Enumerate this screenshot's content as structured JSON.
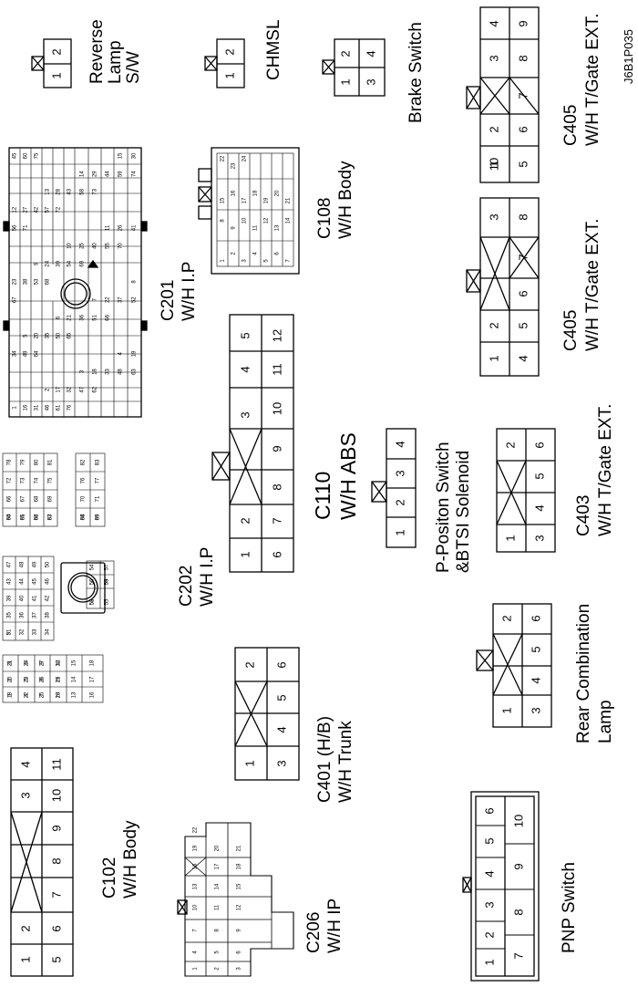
{
  "figure_code": "J6B1P035",
  "connectors": [
    {
      "id": "reverse-lamp-sw",
      "pins": [
        {
          "no": "1"
        },
        {
          "no": "2"
        }
      ],
      "label": [
        "Reverse",
        "Lamp",
        "S/W"
      ]
    },
    {
      "id": "chmsl",
      "pins": [
        {
          "no": "1"
        },
        {
          "no": "2"
        }
      ],
      "label": [
        "CHMSL"
      ]
    },
    {
      "id": "brake-switch",
      "pins": [
        {
          "no": "1"
        },
        {
          "no": "2"
        },
        {
          "no": "3"
        },
        {
          "no": "4"
        }
      ],
      "label": [
        "Brake Switch"
      ]
    },
    {
      "id": "c405-10",
      "pins": [
        {
          "no": "1"
        },
        {
          "no": "2"
        },
        {
          "no": "3"
        },
        {
          "no": "4"
        },
        {
          "no": "5"
        },
        {
          "no": "6"
        },
        {
          "no": "7"
        },
        {
          "no": "8"
        },
        {
          "no": "9"
        },
        {
          "no": "10"
        }
      ],
      "label": [
        "C405",
        "W/H T/Gate EXT."
      ]
    },
    {
      "id": "c108",
      "pins": [
        {
          "no": "1"
        },
        {
          "no": "2"
        },
        {
          "no": "3"
        },
        {
          "no": "4"
        },
        {
          "no": "5"
        },
        {
          "no": "6"
        },
        {
          "no": "7"
        },
        {
          "no": "8"
        },
        {
          "no": "9"
        },
        {
          "no": "10"
        },
        {
          "no": "11"
        },
        {
          "no": "12"
        },
        {
          "no": "13"
        },
        {
          "no": "14"
        },
        {
          "no": "15"
        },
        {
          "no": "16"
        },
        {
          "no": "17"
        },
        {
          "no": "18"
        },
        {
          "no": "19"
        },
        {
          "no": "20"
        },
        {
          "no": "21"
        },
        {
          "no": "22"
        },
        {
          "no": "23"
        },
        {
          "no": "24"
        }
      ],
      "label": [
        "C108",
        "W/H Body"
      ]
    },
    {
      "id": "c201",
      "pins": [
        {
          "no": "1"
        },
        {
          "no": "2"
        },
        {
          "no": "3"
        },
        {
          "no": "4"
        },
        {
          "no": "5"
        },
        {
          "no": "6"
        },
        {
          "no": "7"
        },
        {
          "no": "8"
        },
        {
          "no": "9"
        },
        {
          "no": "10"
        },
        {
          "no": "11"
        },
        {
          "no": "12"
        },
        {
          "no": "13"
        },
        {
          "no": "14"
        },
        {
          "no": "15"
        },
        {
          "no": "16"
        },
        {
          "no": "17"
        },
        {
          "no": "18"
        },
        {
          "no": "19"
        },
        {
          "no": "20"
        },
        {
          "no": "21"
        },
        {
          "no": "22"
        },
        {
          "no": "23"
        },
        {
          "no": "24"
        },
        {
          "no": "25"
        },
        {
          "no": "26"
        },
        {
          "no": "27"
        },
        {
          "no": "28"
        },
        {
          "no": "29"
        },
        {
          "no": "30"
        },
        {
          "no": "31"
        },
        {
          "no": "32"
        },
        {
          "no": "33"
        },
        {
          "no": "34"
        },
        {
          "no": "35"
        },
        {
          "no": "36"
        },
        {
          "no": "37"
        },
        {
          "no": "38"
        },
        {
          "no": "39"
        },
        {
          "no": "40"
        },
        {
          "no": "41"
        },
        {
          "no": "42"
        },
        {
          "no": "43"
        },
        {
          "no": "44"
        },
        {
          "no": "45"
        },
        {
          "no": "46"
        },
        {
          "no": "47"
        },
        {
          "no": "48"
        },
        {
          "no": "49"
        },
        {
          "no": "50"
        },
        {
          "no": "51"
        },
        {
          "no": "52"
        },
        {
          "no": "53"
        },
        {
          "no": "54"
        },
        {
          "no": "55"
        },
        {
          "no": "56"
        },
        {
          "no": "57"
        },
        {
          "no": "58"
        },
        {
          "no": "59"
        },
        {
          "no": "60"
        },
        {
          "no": "61"
        },
        {
          "no": "62"
        },
        {
          "no": "63"
        },
        {
          "no": "64"
        },
        {
          "no": "65"
        },
        {
          "no": "66"
        },
        {
          "no": "67"
        },
        {
          "no": "68"
        },
        {
          "no": "69"
        },
        {
          "no": "70"
        },
        {
          "no": "71"
        },
        {
          "no": "72"
        },
        {
          "no": "73"
        },
        {
          "no": "74"
        },
        {
          "no": "75"
        },
        {
          "no": "76"
        }
      ],
      "label": [
        "C201",
        "W/H I.P"
      ]
    },
    {
      "id": "c405-8",
      "pins": [
        {
          "no": "1"
        },
        {
          "no": "2"
        },
        {
          "no": "3"
        },
        {
          "no": "4"
        },
        {
          "no": "5"
        },
        {
          "no": "6"
        },
        {
          "no": "7"
        },
        {
          "no": "8"
        }
      ],
      "label": [
        "C405",
        "W/H T/Gate EXT."
      ]
    },
    {
      "id": "c110",
      "pins": [
        {
          "no": "1"
        },
        {
          "no": "2"
        },
        {
          "no": "3"
        },
        {
          "no": "4"
        },
        {
          "no": "5"
        },
        {
          "no": "6"
        },
        {
          "no": "7"
        },
        {
          "no": "8"
        },
        {
          "no": "9"
        },
        {
          "no": "10"
        },
        {
          "no": "11"
        },
        {
          "no": "12"
        }
      ],
      "label": [
        "C110",
        "W/H ABS"
      ]
    },
    {
      "id": "p-position",
      "pins": [
        {
          "no": "1"
        },
        {
          "no": "2"
        },
        {
          "no": "3"
        },
        {
          "no": "4"
        }
      ],
      "label": [
        "P-Positon Switch",
        "&BTSI Solenoid"
      ]
    },
    {
      "id": "c403",
      "pins": [
        {
          "no": "1"
        },
        {
          "no": "2"
        },
        {
          "no": "3"
        },
        {
          "no": "4"
        },
        {
          "no": "5"
        },
        {
          "no": "6"
        }
      ],
      "label": [
        "C403",
        "W/H T/Gate EXT."
      ]
    },
    {
      "id": "c202",
      "pins": [
        {
          "no": "1"
        },
        {
          "no": "2"
        },
        {
          "no": "3"
        },
        {
          "no": "4"
        },
        {
          "no": "5"
        },
        {
          "no": "6"
        },
        {
          "no": "7"
        },
        {
          "no": "8"
        },
        {
          "no": "9"
        },
        {
          "no": "10"
        },
        {
          "no": "11"
        },
        {
          "no": "12"
        },
        {
          "no": "13"
        },
        {
          "no": "14"
        },
        {
          "no": "15"
        },
        {
          "no": "16"
        },
        {
          "no": "17"
        },
        {
          "no": "18"
        },
        {
          "no": "19"
        },
        {
          "no": "20"
        },
        {
          "no": "21"
        },
        {
          "no": "22"
        },
        {
          "no": "23"
        },
        {
          "no": "24"
        },
        {
          "no": "25"
        },
        {
          "no": "26"
        },
        {
          "no": "27"
        },
        {
          "no": "28"
        },
        {
          "no": "29"
        },
        {
          "no": "30"
        },
        {
          "no": "31"
        },
        {
          "no": "32"
        },
        {
          "no": "33"
        },
        {
          "no": "34"
        },
        {
          "no": "35"
        },
        {
          "no": "36"
        },
        {
          "no": "37"
        },
        {
          "no": "38"
        },
        {
          "no": "39"
        },
        {
          "no": "40"
        },
        {
          "no": "41"
        },
        {
          "no": "42"
        },
        {
          "no": "43"
        },
        {
          "no": "44"
        },
        {
          "no": "45"
        },
        {
          "no": "46"
        },
        {
          "no": "47"
        },
        {
          "no": "48"
        },
        {
          "no": "49"
        },
        {
          "no": "50"
        },
        {
          "no": "51"
        },
        {
          "no": "52"
        },
        {
          "no": "53"
        },
        {
          "no": "54"
        },
        {
          "no": "55"
        },
        {
          "no": "56"
        },
        {
          "no": "57"
        },
        {
          "no": "58"
        },
        {
          "no": "59"
        },
        {
          "no": "60"
        },
        {
          "no": "61"
        },
        {
          "no": "62"
        },
        {
          "no": "63"
        },
        {
          "no": "64"
        },
        {
          "no": "65"
        },
        {
          "no": "66"
        },
        {
          "no": "67"
        },
        {
          "no": "68"
        },
        {
          "no": "69"
        },
        {
          "no": "70"
        },
        {
          "no": "71"
        },
        {
          "no": "72"
        },
        {
          "no": "73"
        },
        {
          "no": "74"
        },
        {
          "no": "75"
        },
        {
          "no": "76"
        },
        {
          "no": "77"
        },
        {
          "no": "78"
        },
        {
          "no": "79"
        },
        {
          "no": "80"
        },
        {
          "no": "81"
        },
        {
          "no": "82"
        },
        {
          "no": "83"
        },
        {
          "no": "84"
        },
        {
          "no": "85"
        },
        {
          "no": "86"
        },
        {
          "no": "87"
        },
        {
          "no": "88"
        },
        {
          "no": "89"
        }
      ],
      "label": [
        "C202",
        "W/H I.P"
      ]
    },
    {
      "id": "c401",
      "pins": [
        {
          "no": "1"
        },
        {
          "no": "2"
        },
        {
          "no": "3"
        },
        {
          "no": "4"
        },
        {
          "no": "5"
        },
        {
          "no": "6"
        }
      ],
      "label": [
        "C401 (H/B)",
        "W/H Trunk"
      ]
    },
    {
      "id": "rear-combination",
      "pins": [
        {
          "no": "1"
        },
        {
          "no": "2"
        },
        {
          "no": "3"
        },
        {
          "no": "4"
        },
        {
          "no": "5"
        },
        {
          "no": "6"
        }
      ],
      "label": [
        "Rear Combination",
        "Lamp"
      ]
    },
    {
      "id": "c102",
      "pins": [
        {
          "no": "1"
        },
        {
          "no": "2"
        },
        {
          "no": "3"
        },
        {
          "no": "4"
        },
        {
          "no": "5"
        },
        {
          "no": "6"
        },
        {
          "no": "7"
        },
        {
          "no": "8"
        },
        {
          "no": "9"
        },
        {
          "no": "10"
        },
        {
          "no": "11"
        }
      ],
      "label": [
        "C102",
        "W/H Body"
      ]
    },
    {
      "id": "c206",
      "pins": [
        {
          "no": "1"
        },
        {
          "no": "2"
        },
        {
          "no": "3"
        },
        {
          "no": "4"
        },
        {
          "no": "5"
        },
        {
          "no": "6"
        },
        {
          "no": "7"
        },
        {
          "no": "8"
        },
        {
          "no": "9"
        },
        {
          "no": "10"
        },
        {
          "no": "11"
        },
        {
          "no": "12"
        },
        {
          "no": "13"
        },
        {
          "no": "14"
        },
        {
          "no": "15"
        },
        {
          "no": "16"
        },
        {
          "no": "17"
        },
        {
          "no": "18"
        },
        {
          "no": "19"
        },
        {
          "no": "20"
        },
        {
          "no": "21"
        },
        {
          "no": "22"
        }
      ],
      "label": [
        "C206",
        "W/H IP"
      ]
    },
    {
      "id": "pnp-switch",
      "pins": [
        {
          "no": "1"
        },
        {
          "no": "2"
        },
        {
          "no": "3"
        },
        {
          "no": "4"
        },
        {
          "no": "5"
        },
        {
          "no": "6"
        },
        {
          "no": "7"
        },
        {
          "no": "8"
        },
        {
          "no": "9"
        },
        {
          "no": "10"
        }
      ],
      "label": [
        "PNP Switch"
      ]
    }
  ]
}
